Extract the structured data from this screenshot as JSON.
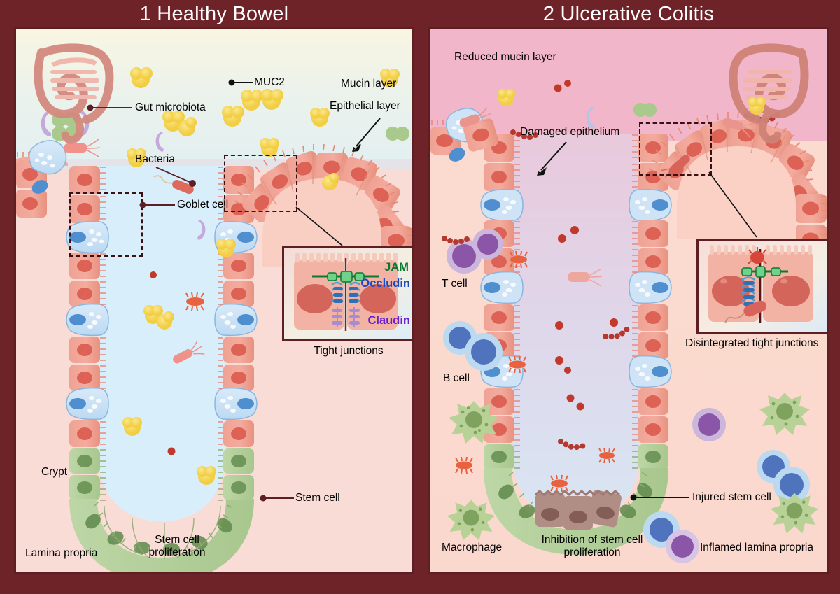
{
  "figure": {
    "background_color": "#6e2328",
    "text_color": "#000000",
    "title_color": "#ffffff"
  },
  "panels": [
    {
      "number": "1",
      "title": "1 Healthy Bowel",
      "background": "cream-to-blue gradient",
      "colors": {
        "mucin": "#f7f3dd",
        "lumen": "#d6ecf6",
        "lamina_propria": "#f9dcd5",
        "epithelium": "#f0a093",
        "stem_cell": "#b9d3a1",
        "goblet_cell": "#bcd9f2",
        "muc2": "#f6d94f"
      },
      "labels": [
        {
          "name": "mucin-layer",
          "text": "Mucin layer"
        },
        {
          "name": "muc2",
          "text": "MUC2"
        },
        {
          "name": "gut-microbiota",
          "text": "Gut microbiota"
        },
        {
          "name": "epithelial-layer",
          "text": "Epithelial layer"
        },
        {
          "name": "bacteria",
          "text": "Bacteria"
        },
        {
          "name": "goblet-cell",
          "text": "Goblet cell"
        },
        {
          "name": "tight-junctions",
          "text": "Tight junctions"
        },
        {
          "name": "crypt",
          "text": "Crypt"
        },
        {
          "name": "stem-cell",
          "text": "Stem cell"
        },
        {
          "name": "stem-cell-proliferation",
          "text": "Stem cell\nproliferation"
        },
        {
          "name": "lamina-propria",
          "text": "Lamina propria"
        }
      ],
      "inset": {
        "caption": "Tight junctions",
        "proteins": [
          {
            "name": "JAM",
            "color": "#0a7a31"
          },
          {
            "name": "Occludin",
            "color": "#1a49c4"
          },
          {
            "name": "Claudin",
            "color": "#6a20c9"
          }
        ]
      }
    },
    {
      "number": "2",
      "title": "2 Ulcerative Colitis",
      "background": "pink-to-lavender gradient",
      "colors": {
        "mucin": "#f0b9cd",
        "lumen": "#dfe0ef",
        "lamina_propria": "#fbd9cf",
        "epithelium": "#f0a093",
        "stem_cell": "#b9d3a1",
        "injured_stem_cell": "#b08d85",
        "t_cell": "#8c56a8",
        "b_cell": "#4f74bd",
        "macrophage": "#b8d197"
      },
      "labels": [
        {
          "name": "reduced-mucin-layer",
          "text": "Reduced mucin layer"
        },
        {
          "name": "damaged-epithelium",
          "text": "Damaged epithelium"
        },
        {
          "name": "t-cell",
          "text": "T cell"
        },
        {
          "name": "b-cell",
          "text": "B cell"
        },
        {
          "name": "disintegrated-tight-junctions",
          "text": "Disintegrated tight junctions"
        },
        {
          "name": "injured-stem-cell",
          "text": "Injured stem cell"
        },
        {
          "name": "macrophage",
          "text": "Macrophage"
        },
        {
          "name": "inhibition-of-stem-cell-proliferation",
          "text": "Inhibition of stem cell\nproliferation"
        },
        {
          "name": "inflamed-lamina-propria",
          "text": "Inflamed lamina propria"
        }
      ],
      "inset": {
        "caption": "Disintegrated tight junctions"
      }
    }
  ]
}
